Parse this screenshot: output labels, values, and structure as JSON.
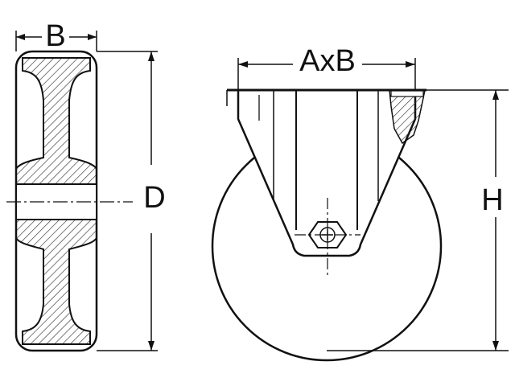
{
  "labels": {
    "wheel_width": "B",
    "wheel_diameter": "D",
    "plate_size": "AxB",
    "overall_height": "H"
  },
  "colors": {
    "line": "#111111",
    "hatch": "#333333",
    "background": "#ffffff"
  }
}
